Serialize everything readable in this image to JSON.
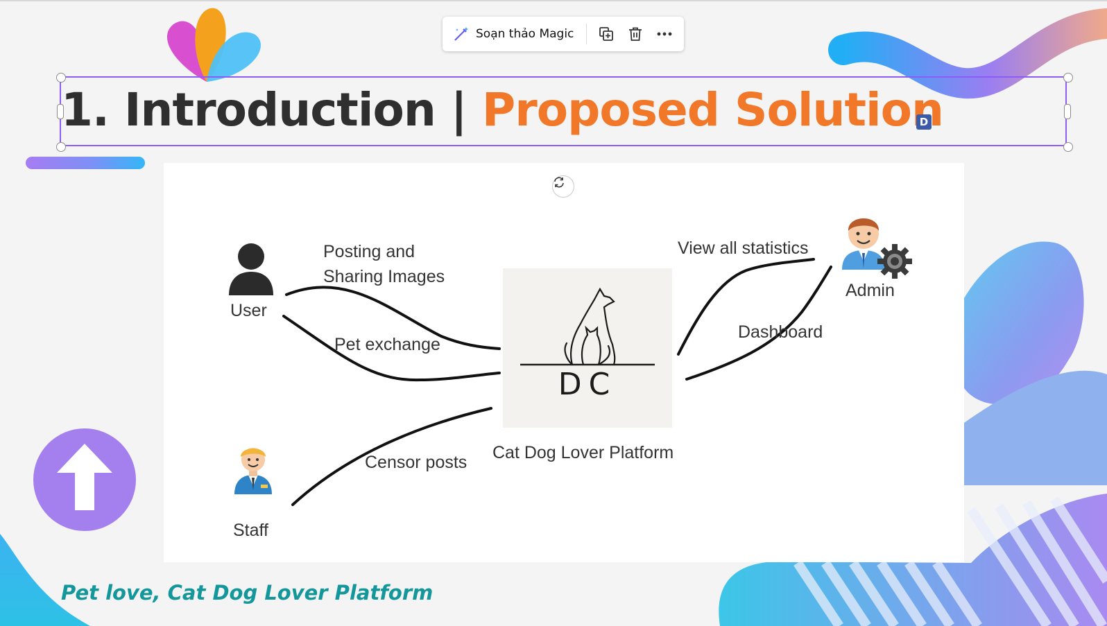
{
  "toolbar": {
    "magic_label": "Soạn thảo Magic",
    "icons": [
      "magic-pen-icon",
      "duplicate-icon",
      "trash-icon",
      "more-icon"
    ]
  },
  "slide": {
    "title_main": "1. Introduction | ",
    "title_accent": "Proposed Solution",
    "badge": "D",
    "footer": "Pet love, Cat Dog Lover Platform",
    "colors": {
      "title": "#2f2f2f",
      "accent": "#f07828",
      "footer": "#14979a",
      "selection": "#8b5cf6"
    }
  },
  "diagram": {
    "actors": {
      "user": "User",
      "staff": "Staff",
      "admin": "Admin"
    },
    "edges": {
      "posting_line1": "Posting and",
      "posting_line2": "Sharing Images",
      "pet_exchange": "Pet exchange",
      "censor": "Censor posts",
      "statistics": "View all statistics",
      "dashboard": "Dashboard"
    },
    "logo_text": "DC",
    "platform_caption": "Cat Dog Lover Platform"
  }
}
